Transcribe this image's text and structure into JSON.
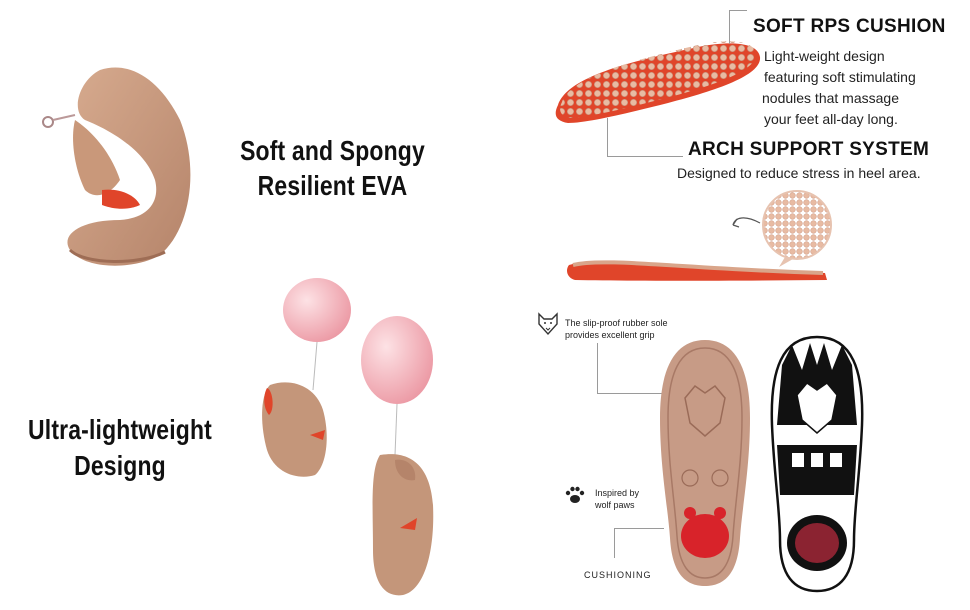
{
  "left": {
    "eva_line1": "Soft and Spongy",
    "eva_line2": "Resilient EVA",
    "light_line1": "Ultra-lightweight",
    "light_line2": "Designg"
  },
  "insole": {
    "cushion_title": "SOFT RPS CUSHION",
    "cushion_desc": [
      "Light-weight design",
      "featuring soft stimulating",
      "nodules that massage",
      "your feet all-day long."
    ],
    "arch_title": "ARCH SUPPORT SYSTEM",
    "arch_desc": "Designed to reduce stress in heel area."
  },
  "sole": {
    "grip_line1": "The slip-proof rubber sole",
    "grip_line2": "provides excellent grip",
    "paw_line1": "Inspired by",
    "paw_line2": "wolf paws",
    "cushioning": "CUSHIONING"
  },
  "icons": [
    "wolf-head-icon",
    "paw-print-icon",
    "balloon",
    "shoe",
    "insole",
    "outsole"
  ],
  "colors": {
    "shoe": "#c4967a",
    "insole": "#d9a58a",
    "sole_accent": "#e0452a",
    "red_pad": "#d8232a",
    "balloon": "#f0a7b0"
  }
}
